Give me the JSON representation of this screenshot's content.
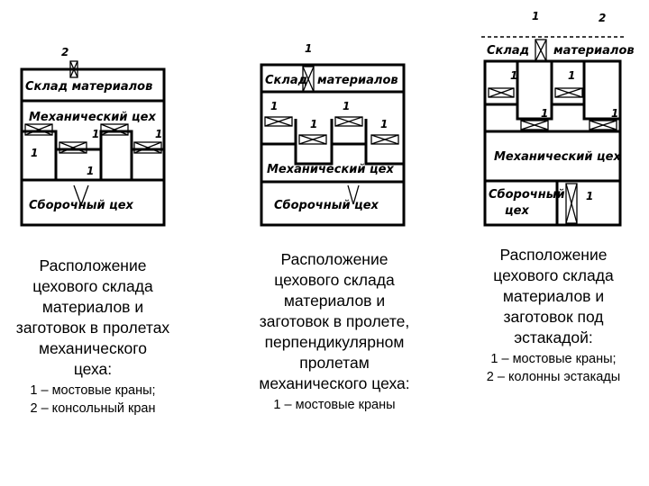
{
  "diagrams": [
    {
      "labels": {
        "warehouse": "Склад материалов",
        "machining": "Механический цех",
        "assembly": "Сборочный цех"
      },
      "caption": {
        "main": [
          "Расположение",
          "цехового склада",
          "материалов и",
          "заготовок в пролетах",
          "механического",
          "цеха:"
        ],
        "legend": [
          "1 – мостовые краны;",
          "2 – консольный кран"
        ]
      }
    },
    {
      "labels": {
        "warehouse_left": "Склад",
        "warehouse_right": "материалов",
        "machining": "Механический цех",
        "assembly": "Сборочный цех"
      },
      "caption": {
        "main": [
          "Расположение",
          "цехового склада",
          "материалов и",
          "заготовок в пролете,",
          "перпендикулярном",
          "пролетам",
          "механического цеха:"
        ],
        "legend": [
          "1 – мостовые краны"
        ]
      }
    },
    {
      "labels": {
        "warehouse_left": "Склад",
        "warehouse_right": "материалов",
        "machining": "Механический цех",
        "assembly_1": "Сборочный",
        "assembly_2": "цех"
      },
      "caption": {
        "main": [
          "Расположение",
          "цехового склада",
          "материалов и",
          "заготовок под",
          "эстакадой:"
        ],
        "legend": [
          "1 – мостовые краны;",
          "2 – колонны эстакады"
        ]
      }
    }
  ],
  "callouts": {
    "crane": "1",
    "other": "2"
  }
}
